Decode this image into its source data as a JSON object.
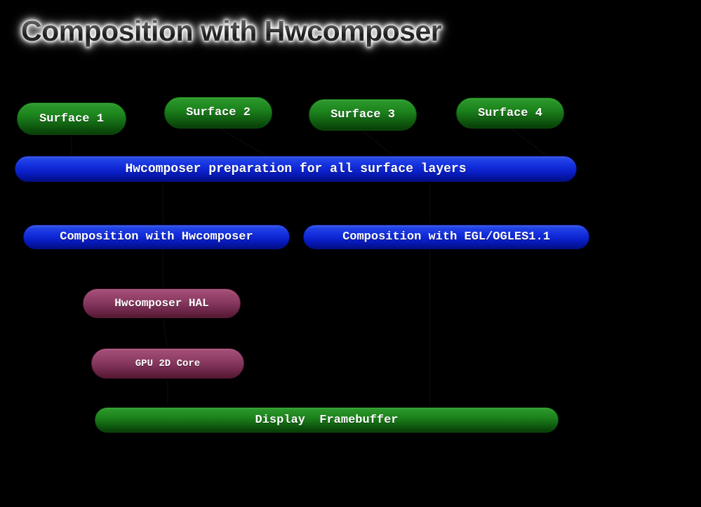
{
  "page": {
    "title": "Composition with Hwcomposer",
    "background_color": "#000000"
  },
  "colors": {
    "green": "#1d841d",
    "blue": "#1430dd",
    "plum": "#8e3d64",
    "title_text": "#3a3a3a",
    "title_glow": "#ffffff",
    "node_text": "#ffffff",
    "connector": "#0c0c0c"
  },
  "diagram": {
    "title": "Composition with Hwcomposer",
    "surfaces": [
      {
        "label": "Surface 1",
        "color": "green"
      },
      {
        "label": "Surface 2",
        "color": "green"
      },
      {
        "label": "Surface 3",
        "color": "green"
      },
      {
        "label": "Surface 4",
        "color": "green"
      }
    ],
    "preparation": {
      "label": "Hwcomposer preparation for all surface layers",
      "color": "blue"
    },
    "composition": [
      {
        "label": "Composition with Hwcomposer",
        "color": "blue"
      },
      {
        "label": "Composition with EGL/OGLES1.1",
        "color": "blue"
      }
    ],
    "hardware": [
      {
        "label": "Hwcomposer HAL",
        "color": "plum"
      },
      {
        "label": "GPU 2D Core",
        "color": "plum"
      }
    ],
    "output": {
      "label": "Display  Framebuffer",
      "color": "green"
    }
  }
}
